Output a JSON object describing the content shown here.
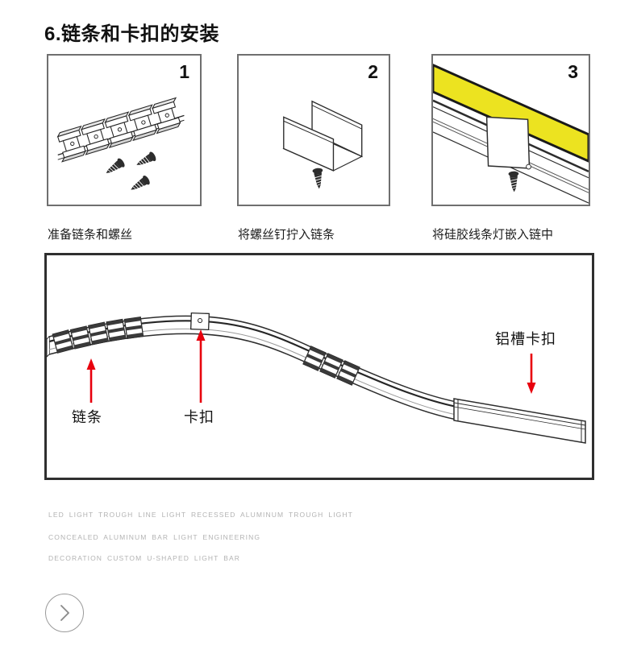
{
  "title": "6.链条和卡扣的安装",
  "steps": [
    {
      "number": "1",
      "caption": "准备链条和螺丝"
    },
    {
      "number": "2",
      "caption": "将螺丝钉拧入链条"
    },
    {
      "number": "3",
      "caption": "将硅胶线条灯嵌入链中"
    }
  ],
  "diagram": {
    "labels": {
      "chain": "链条",
      "clip": "卡扣",
      "channel_clip": "铝槽卡扣"
    },
    "arrow_color": "#e8000d"
  },
  "colors": {
    "strip_yellow": "#ece320",
    "line_dark": "#2d2d2d",
    "box_border": "#6f6f6f",
    "diagram_border": "#2f2f2f",
    "footer_text": "#b3b3b3"
  },
  "footer_lines": [
    "LED LIGHT TROUGH LINE LIGHT RECESSED ALUMINUM TROUGH LIGHT",
    "CONCEALED ALUMINUM BAR LIGHT ENGINEERING",
    "DECORATION CUSTOM U-SHAPED LIGHT BAR"
  ],
  "nav": {
    "next_icon": "chevron-right"
  }
}
